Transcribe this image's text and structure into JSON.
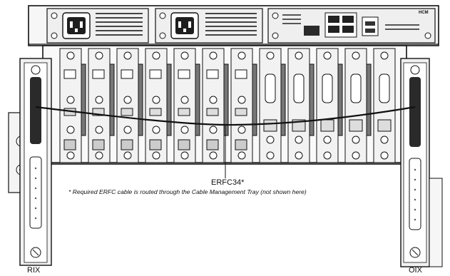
{
  "diagram": {
    "cable_label": "ERFC34*",
    "note": "* Required ERFC cable is routed through the Cable Management Tray (not shown here)",
    "left_module_label": "RIX",
    "right_module_label": "OIX",
    "top_right_module_label": "HCM"
  },
  "colors": {
    "line": "#111111",
    "fill_light": "#f4f4f4",
    "fill_mid": "#cfcfcf",
    "fill_dark": "#2a2a2a"
  }
}
